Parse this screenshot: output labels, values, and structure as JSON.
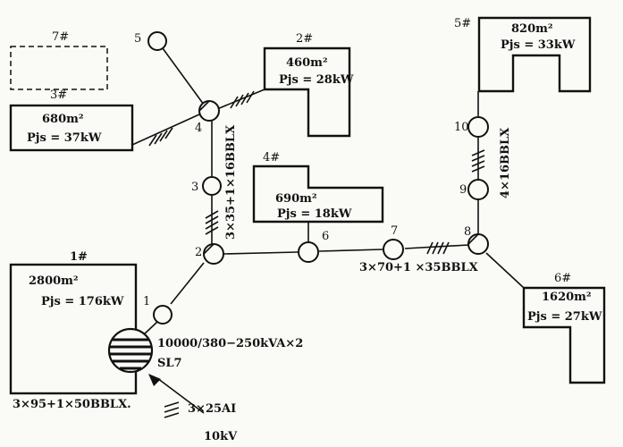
{
  "buildings": {
    "b1": {
      "no": "1#",
      "area": "2800m²",
      "load": "Pjs = 176kW"
    },
    "b2": {
      "no": "2#",
      "area": "460m²",
      "load": "Pjs = 28kW"
    },
    "b3": {
      "no": "3#",
      "area": "680m²",
      "load": "Pjs = 37kW"
    },
    "b4": {
      "no": "4#",
      "area": "690m²",
      "load": "Pjs = 18kW"
    },
    "b5": {
      "no": "5#",
      "area": "820m²",
      "load": "Pjs = 33kW"
    },
    "b6": {
      "no": "6#",
      "area": "1620m²",
      "load": "Pjs = 27kW"
    },
    "b7": {
      "no": "7#"
    }
  },
  "poles": [
    "1",
    "2",
    "3",
    "4",
    "5",
    "6",
    "7",
    "8",
    "9",
    "10"
  ],
  "cables": {
    "trunk_vertical": "3×35+1×16BBLX",
    "trunk_horizontal": "3×70+1 ×35BBLX",
    "branch_right": "4×16BBLX",
    "to_building1": "3×95+1×50BBLX.",
    "incoming": "3×25AI"
  },
  "transformer": {
    "rating": "10000/380−250kVA×2",
    "model": "SL7"
  },
  "supply": {
    "voltage": "10kV"
  }
}
